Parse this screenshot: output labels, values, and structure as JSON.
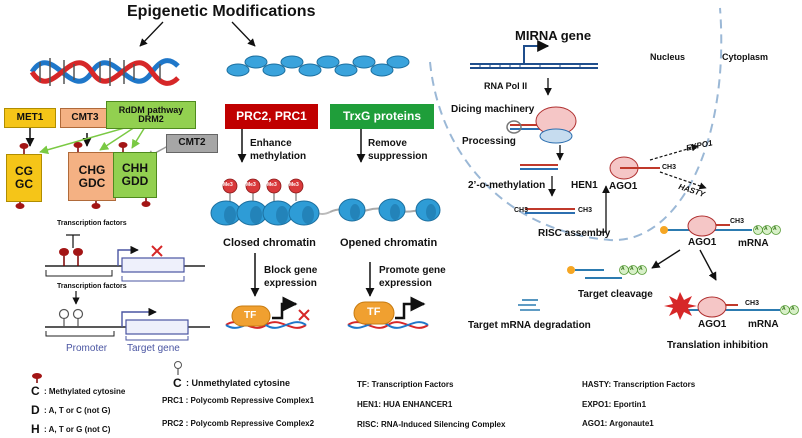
{
  "title": "Epigenetic Modifications",
  "methylases": {
    "met1": "MET1",
    "cmt3": "CMT3",
    "rddm_line1": "RdDM pathway",
    "rddm_line2": "DRM2",
    "cmt2": "CMT2"
  },
  "contexts": {
    "cg_top": "CG",
    "cg_bottom": "GC",
    "chg_top": "CHG",
    "chg_bottom": "GDC",
    "chh_top": "CHH",
    "chh_bottom": "GDD"
  },
  "promoter_panel": {
    "tf_label_top": "Transcription factors",
    "tf_label_bottom": "Transcription factors",
    "promoter": "Promoter",
    "target_gene": "Target gene"
  },
  "histone": {
    "prc": "PRC2, PRC1",
    "trxg": "TrxG proteins",
    "enhance_1": "Enhance",
    "enhance_2": "methylation",
    "remove_1": "Remove",
    "remove_2": "suppression",
    "me3": "Me3",
    "closed": "Closed chromatin",
    "opened": "Opened chromatin",
    "block_1": "Block gene",
    "block_2": "expression",
    "promote_1": "Promote gene",
    "promote_2": "expression",
    "tf": "TF"
  },
  "mirna": {
    "gene": "MIRNA gene",
    "pol": "RNA Pol II",
    "dicing": "Dicing machinery",
    "processing": "Processing",
    "methylation": "2’-o-methylation",
    "hen1": "HEN1",
    "ago1": "AGO1",
    "ch3": "CH3",
    "expo1": "EXPO1",
    "hasty": "HASTY",
    "risc": "RISC assembly",
    "nucleus": "Nucleus",
    "cytoplasm": "Cytoplasm",
    "mrna": "mRNA",
    "aaa": "A",
    "cleavage": "Target cleavage",
    "degradation": "Target mRNA degradation",
    "inhibition": "Translation inhibition"
  },
  "legend": {
    "c_methylated_letter": "C",
    "c_methylated_text": ": Methylated cytosine",
    "c_unmethylated_letter": "C",
    "c_unmethylated_text": ": Unmethylated cytosine",
    "d_letter": "D",
    "d_text": ": A, T or C (not G)",
    "h_letter": "H",
    "h_text": ": A, T or G (not C)",
    "prc1": "PRC1 : Polycomb Repressive Complex1",
    "prc2": "PRC2 : Polycomb Repressive Complex2",
    "tf": "TF: Transcription Factors",
    "hen1": "HEN1: HUA ENHANCER1",
    "risc": "RISC: RNA-Induced Silencing Complex",
    "hasty": "HASTY: Transcription Factors",
    "expo1": "EXPO1: Eportin1",
    "ago1": "AGO1:  Argonaute1"
  },
  "colors": {
    "met1": "#f5c518",
    "cmt3": "#f4b183",
    "rddm": "#92d050",
    "cmt2": "#a6a6a6",
    "prc": "#c00000",
    "trxg": "#1f9e3a",
    "nucleosome": "#2e9cd6",
    "me3": "#d9393b",
    "tf": "#f0a030"
  }
}
